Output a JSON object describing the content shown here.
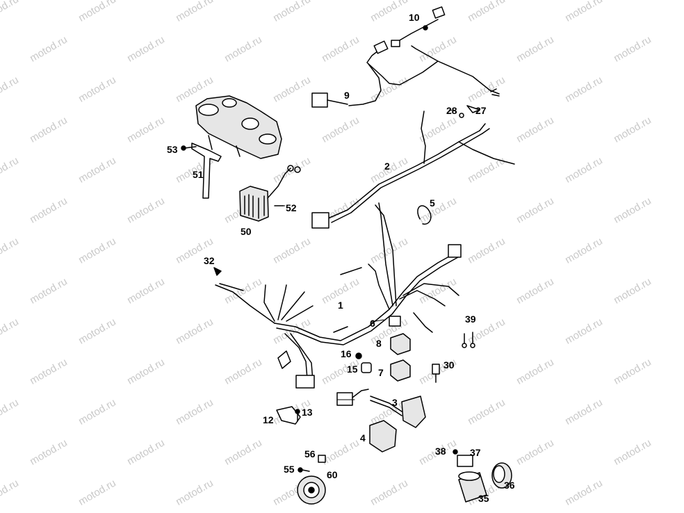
{
  "watermark": {
    "text": "motod.ru"
  },
  "callouts": [
    {
      "id": "10",
      "text": "10"
    },
    {
      "id": "9",
      "text": "9"
    },
    {
      "id": "28",
      "text": "28"
    },
    {
      "id": "27",
      "text": "27"
    },
    {
      "id": "53",
      "text": "53"
    },
    {
      "id": "2",
      "text": "2"
    },
    {
      "id": "51",
      "text": "51"
    },
    {
      "id": "52",
      "text": "52"
    },
    {
      "id": "5",
      "text": "5"
    },
    {
      "id": "50",
      "text": "50"
    },
    {
      "id": "32",
      "text": "32"
    },
    {
      "id": "1",
      "text": "1"
    },
    {
      "id": "39",
      "text": "39"
    },
    {
      "id": "6",
      "text": "6"
    },
    {
      "id": "8",
      "text": "8"
    },
    {
      "id": "16",
      "text": "16"
    },
    {
      "id": "15",
      "text": "15"
    },
    {
      "id": "7",
      "text": "7"
    },
    {
      "id": "30",
      "text": "30"
    },
    {
      "id": "3",
      "text": "3"
    },
    {
      "id": "12",
      "text": "12"
    },
    {
      "id": "13",
      "text": "13"
    },
    {
      "id": "4",
      "text": "4"
    },
    {
      "id": "38",
      "text": "38"
    },
    {
      "id": "37",
      "text": "37"
    },
    {
      "id": "56",
      "text": "56"
    },
    {
      "id": "55",
      "text": "55"
    },
    {
      "id": "60",
      "text": "60"
    },
    {
      "id": "36",
      "text": "36"
    },
    {
      "id": "35",
      "text": "35"
    }
  ]
}
